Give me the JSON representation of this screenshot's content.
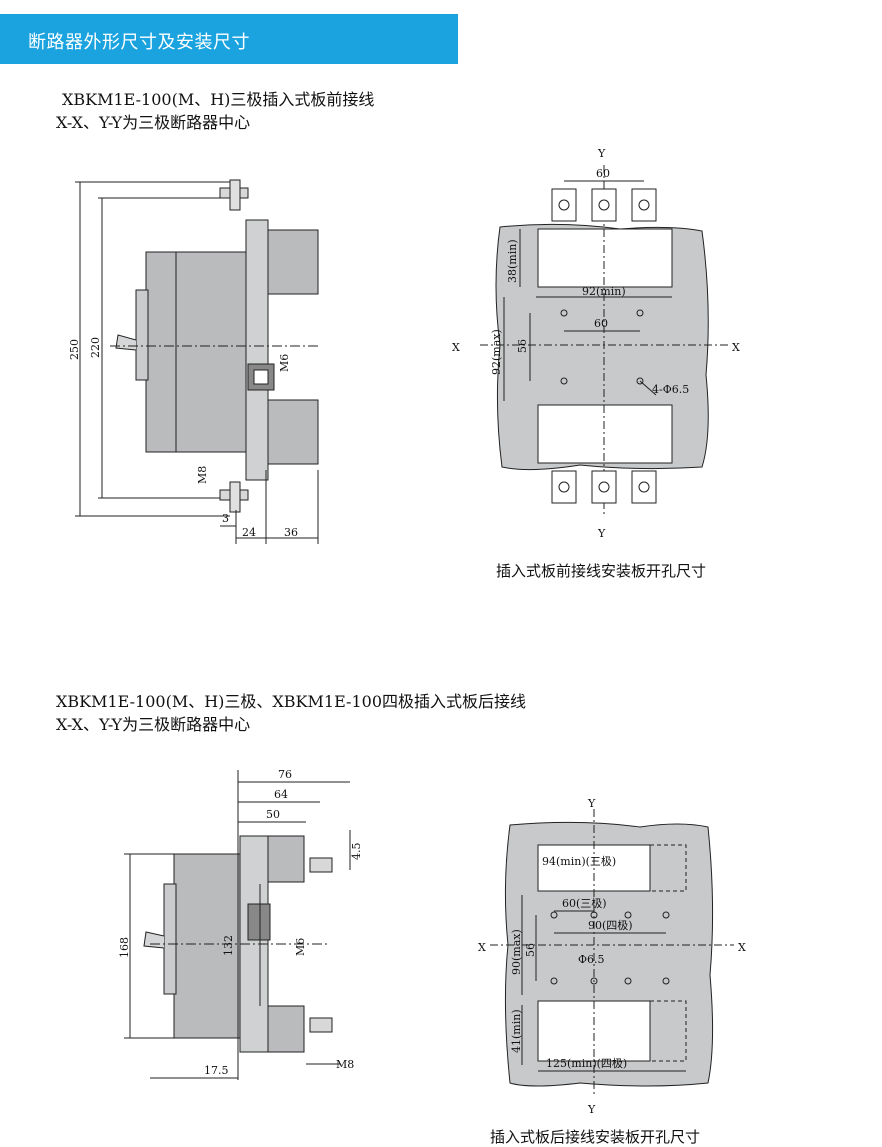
{
  "header": {
    "title": "断路器外形尺寸及安装尺寸"
  },
  "section1": {
    "line1": "XBKM1E-100(M、H)三极插入式板前接线",
    "line2": "X-X、Y-Y为三极断路器中心",
    "side_view": {
      "dims": {
        "d250": "250",
        "d220": "220",
        "m6": "M6",
        "m8": "M8",
        "d3": "3",
        "d24": "24",
        "d36": "36"
      }
    },
    "plate": {
      "y_top": "Y",
      "y_bottom": "Y",
      "x_left": "X",
      "x_right": "X",
      "d60_top": "60",
      "d38min": "38(min)",
      "d92min": "92(min)",
      "d60_mid": "60",
      "d92max": "92(max)",
      "d56": "56",
      "holes": "4-Φ6.5"
    },
    "caption": "插入式板前接线安装板开孔尺寸"
  },
  "section2": {
    "line1": "XBKM1E-100(M、H)三极、XBKM1E-100四极插入式板后接线",
    "line2": "X-X、Y-Y为三极断路器中心",
    "side_view": {
      "dims": {
        "d76": "76",
        "d64": "64",
        "d50": "50",
        "d4_5": "4.5",
        "d168": "168",
        "d132": "132",
        "m6": "M6",
        "d17_5": "17.5",
        "m8": "M8"
      }
    },
    "plate": {
      "y_top": "Y",
      "y_bottom": "Y",
      "x_left": "X",
      "x_right": "X",
      "d94": "94(min)(三极)",
      "d60": "60(三极)",
      "d90": "90(四极)",
      "d90max": "90(max)",
      "d56": "56",
      "hole": "Φ6.5",
      "d41min": "41(min)",
      "d125": "125(min)(四极)"
    },
    "caption": "插入式板后接线安装板开孔尺寸"
  },
  "colors": {
    "header_bg": "#1aa3df",
    "plate_fill": "#c7c9cb",
    "body_fill": "#b9bbbd",
    "line": "#222222"
  }
}
